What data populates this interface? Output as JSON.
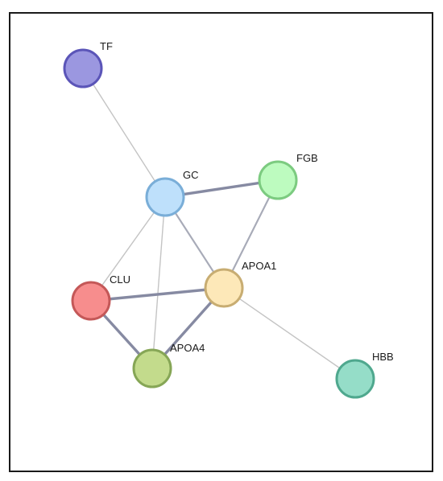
{
  "nodes": [
    {
      "id": "TF",
      "label": "TF",
      "color": "#9b97e0",
      "stroke": "#5b55b8"
    },
    {
      "id": "GC",
      "label": "GC",
      "color": "#bee0fb",
      "stroke": "#7aaed8"
    },
    {
      "id": "FGB",
      "label": "FGB",
      "color": "#bdfbbf",
      "stroke": "#7ccb80"
    },
    {
      "id": "APOA1",
      "label": "APOA1",
      "color": "#fde8b8",
      "stroke": "#c8ad72"
    },
    {
      "id": "CLU",
      "label": "CLU",
      "color": "#f78d8d",
      "stroke": "#c45858"
    },
    {
      "id": "APOA4",
      "label": "APOA4",
      "color": "#c3db8c",
      "stroke": "#86a656"
    },
    {
      "id": "HBB",
      "label": "HBB",
      "color": "#95ddc8",
      "stroke": "#4fa88e"
    }
  ],
  "edges": [
    {
      "source": "TF",
      "target": "GC",
      "weight": "weak"
    },
    {
      "source": "GC",
      "target": "FGB",
      "weight": "strong"
    },
    {
      "source": "GC",
      "target": "CLU",
      "weight": "weak"
    },
    {
      "source": "GC",
      "target": "APOA4",
      "weight": "weak"
    },
    {
      "source": "GC",
      "target": "APOA1",
      "weight": "medium"
    },
    {
      "source": "FGB",
      "target": "APOA1",
      "weight": "medium"
    },
    {
      "source": "CLU",
      "target": "APOA1",
      "weight": "strong"
    },
    {
      "source": "CLU",
      "target": "APOA4",
      "weight": "strong"
    },
    {
      "source": "APOA1",
      "target": "APOA4",
      "weight": "strong"
    },
    {
      "source": "APOA1",
      "target": "HBB",
      "weight": "weak"
    }
  ]
}
